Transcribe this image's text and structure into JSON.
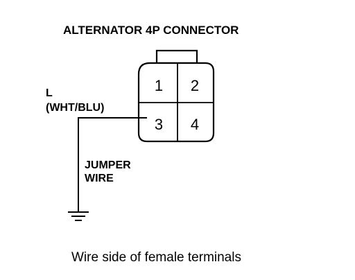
{
  "diagram": {
    "title": "ALTERNATOR 4P CONNECTOR",
    "caption": "Wire side of female terminals",
    "wire_label": {
      "line1": "L",
      "line2": "(WHT/BLU)"
    },
    "jumper_label": {
      "line1": "JUMPER",
      "line2": "WIRE"
    },
    "connector": {
      "pins": [
        "1",
        "2",
        "3",
        "4"
      ]
    }
  }
}
